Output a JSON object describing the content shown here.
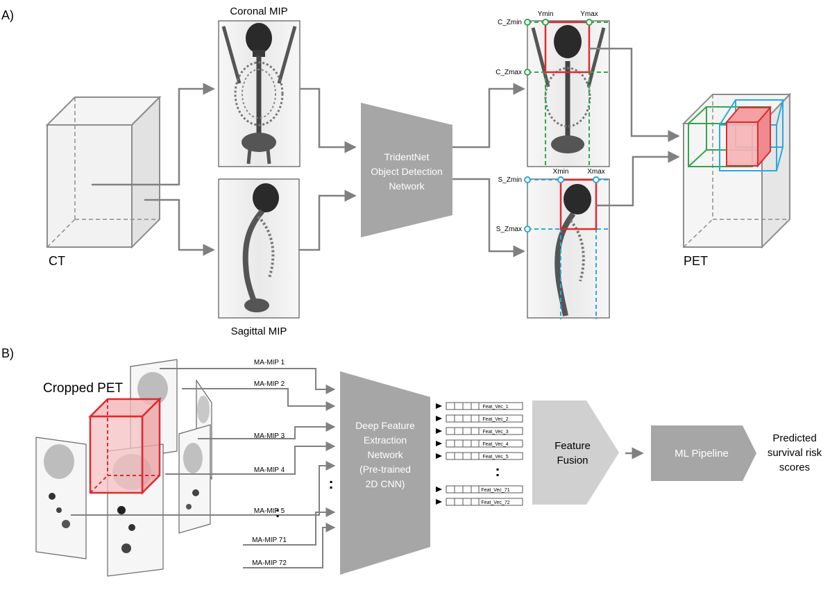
{
  "panel_a": {
    "label": "A)",
    "ct_label": "CT",
    "pet_label": "PET",
    "coronal_label": "Coronal MIP",
    "sagittal_label": "Sagittal MIP",
    "network_lines": [
      "TridentNet",
      "Object Detection",
      "Network"
    ],
    "coronal_bbox": {
      "c_zmin": "C_Zmin",
      "c_zmax": "C_Zmax",
      "ymin": "Ymin",
      "ymax": "Ymax"
    },
    "sagittal_bbox": {
      "s_zmin": "S_Zmin",
      "s_zmax": "S_Zmax",
      "xmin": "Xmin",
      "xmax": "Xmax"
    }
  },
  "panel_b": {
    "label": "B)",
    "cropped_pet_label": "Cropped PET",
    "mip_labels": [
      "MA-MIP 1",
      "MA-MIP 2",
      "MA-MIP 3",
      "MA-MIP 4",
      "MA-MIP 5",
      "MA-MIP 71",
      "MA-MIP 72"
    ],
    "ellipsis": ":",
    "extraction_lines": [
      "Deep Feature",
      "Extraction",
      "Network",
      "(Pre-trained",
      "2D CNN)"
    ],
    "feature_vectors": [
      "Feat_Vec_1",
      "Feat_Vec_2",
      "Feat_Vec_3",
      "Feat_Vec_4",
      "Feat_Vec_5",
      "Feat_Vec_71",
      "Feat_Vec_72"
    ],
    "fusion_lines": [
      "Feature",
      "Fusion"
    ],
    "ml_pipeline": "ML Pipeline",
    "output_lines": [
      "Predicted",
      "survival risk",
      "scores"
    ]
  },
  "colors": {
    "arrow": "#808080",
    "network_fill": "#a6a6a6",
    "fusion_fill": "#d0d0d0",
    "bbox_red": "#e0282e",
    "bbox_green": "#2ea84a",
    "bbox_blue": "#2aa8e0"
  }
}
